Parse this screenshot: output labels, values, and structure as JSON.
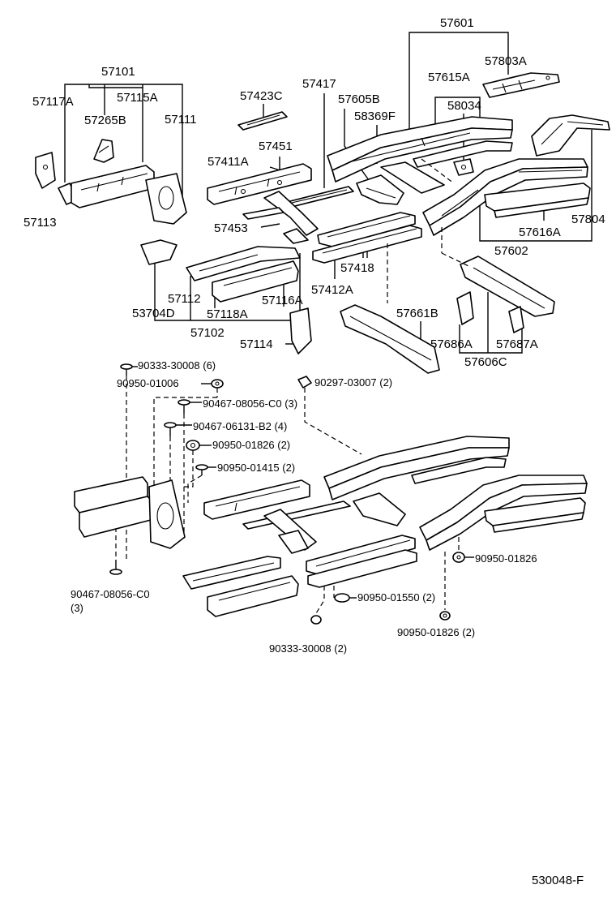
{
  "labels": {
    "p57601": "57601",
    "p57803A": "57803A",
    "p57615A": "57615A",
    "p58034": "58034",
    "p57101": "57101",
    "p57117A": "57117A",
    "p57115A": "57115A",
    "p57265B": "57265B",
    "p57111": "57111",
    "p57113": "57113",
    "p57423C": "57423C",
    "p57417": "57417",
    "p57605B": "57605B",
    "p58369F": "58369F",
    "p57451": "57451",
    "p57411A": "57411A",
    "p57453": "57453",
    "p57418": "57418",
    "p57412A": "57412A",
    "p57616A": "57616A",
    "p57804": "57804",
    "p57602": "57602",
    "p53704D": "53704D",
    "p57112": "57112",
    "p57118A": "57118A",
    "p57116A": "57116A",
    "p57102": "57102",
    "p57114": "57114",
    "p57661B": "57661B",
    "p57686A": "57686A",
    "p57687A": "57687A",
    "p57606C": "57606C"
  },
  "fasteners": {
    "f1": "90333-30008 (6)",
    "f2": "90950-01006",
    "f3": "90297-03007 (2)",
    "f4": "90467-08056-C0 (3)",
    "f5": "90467-06131-B2 (4)",
    "f6": "90950-01826 (2)",
    "f7": "90950-01415 (2)",
    "f8": "90950-01826",
    "f9a": "90467-08056-C0",
    "f9b": "(3)",
    "f10": "90950-01550 (2)",
    "f11": "90950-01826 (2)",
    "f12": "90333-30008 (2)"
  },
  "footer": {
    "code": "530048-F"
  }
}
